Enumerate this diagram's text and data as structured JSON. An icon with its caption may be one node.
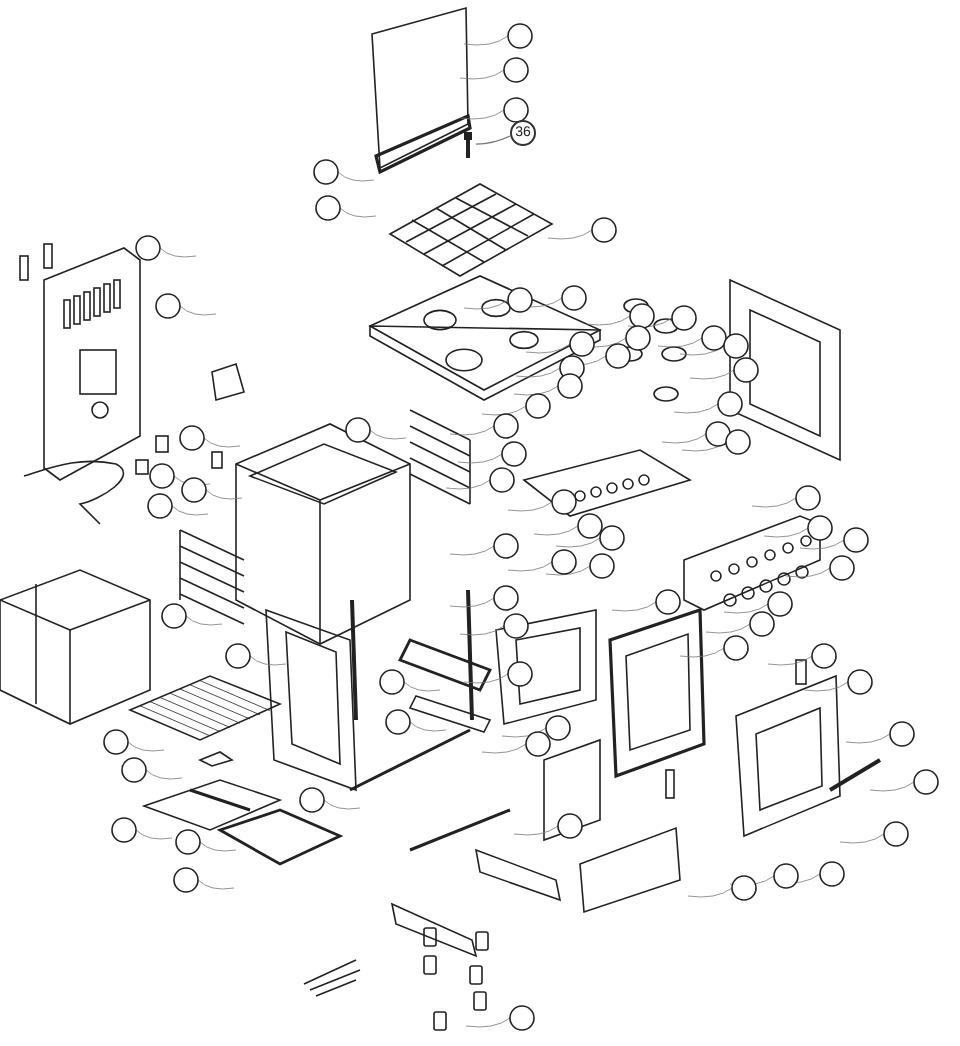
{
  "diagram": {
    "nodes": [
      {
        "text": [
          "36"
        ]
      },
      {
        "text": [],
        "shape": "picture"
      }
    ],
    "edges": [
      {
        "from": 0,
        "to": 1,
        "arrow": "none"
      }
    ]
  }
}
